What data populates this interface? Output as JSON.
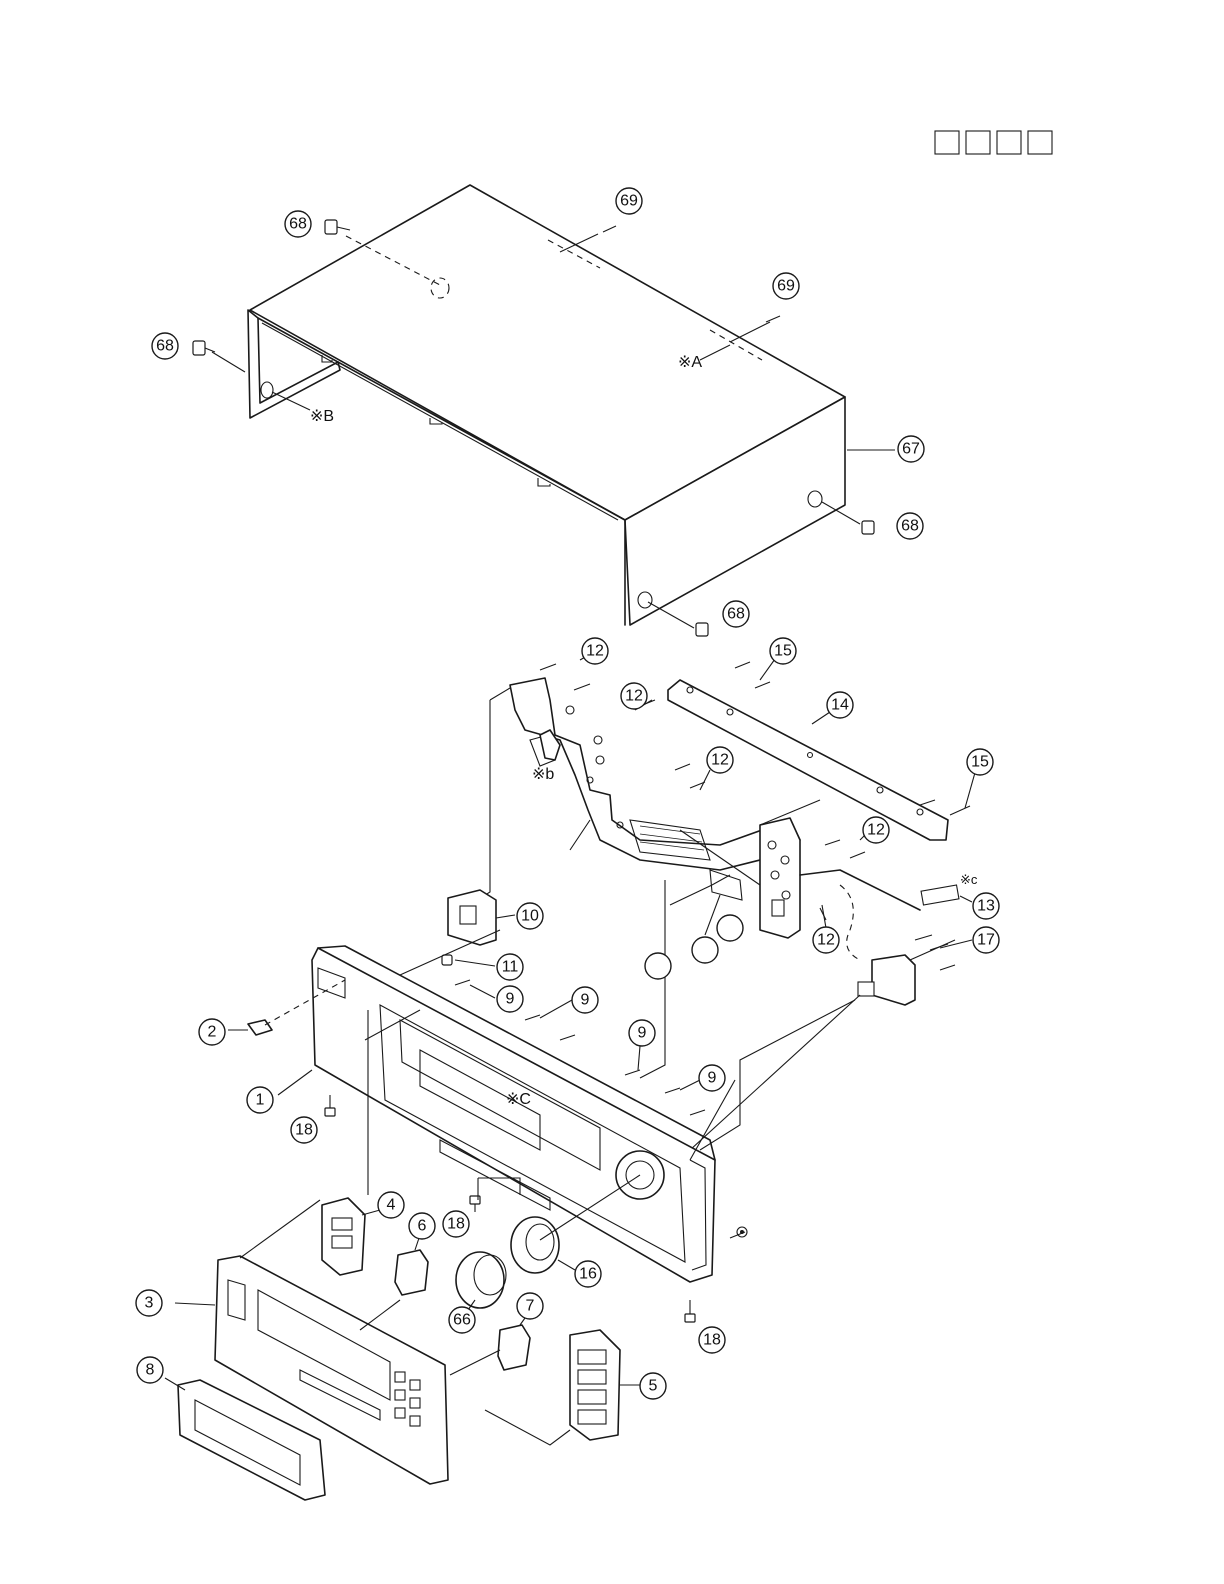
{
  "header": {
    "boxes": [
      "",
      "",
      "",
      ""
    ]
  },
  "callouts": [
    {
      "id": "c68a",
      "label": "68"
    },
    {
      "id": "c69a",
      "label": "69"
    },
    {
      "id": "c69b",
      "label": "69"
    },
    {
      "id": "c68b",
      "label": "68"
    },
    {
      "id": "c67",
      "label": "67"
    },
    {
      "id": "c68c",
      "label": "68"
    },
    {
      "id": "c68d",
      "label": "68"
    },
    {
      "id": "c12a",
      "label": "12"
    },
    {
      "id": "c12b",
      "label": "12"
    },
    {
      "id": "c12c",
      "label": "12"
    },
    {
      "id": "c12d",
      "label": "12"
    },
    {
      "id": "c12e",
      "label": "12"
    },
    {
      "id": "c15a",
      "label": "15"
    },
    {
      "id": "c15b",
      "label": "15"
    },
    {
      "id": "c14",
      "label": "14"
    },
    {
      "id": "c13",
      "label": "13"
    },
    {
      "id": "c17",
      "label": "17"
    },
    {
      "id": "c10",
      "label": "10"
    },
    {
      "id": "c11",
      "label": "11"
    },
    {
      "id": "c9a",
      "label": "9"
    },
    {
      "id": "c9b",
      "label": "9"
    },
    {
      "id": "c9c",
      "label": "9"
    },
    {
      "id": "c9d",
      "label": "9"
    },
    {
      "id": "c2",
      "label": "2"
    },
    {
      "id": "c1",
      "label": "1"
    },
    {
      "id": "c18a",
      "label": "18"
    },
    {
      "id": "c18b",
      "label": "18"
    },
    {
      "id": "c18c",
      "label": "18"
    },
    {
      "id": "c4",
      "label": "4"
    },
    {
      "id": "c6",
      "label": "6"
    },
    {
      "id": "c3",
      "label": "3"
    },
    {
      "id": "c16",
      "label": "16"
    },
    {
      "id": "c66",
      "label": "66"
    },
    {
      "id": "c7",
      "label": "7"
    },
    {
      "id": "c5",
      "label": "5"
    },
    {
      "id": "c8",
      "label": "8"
    },
    {
      "id": "e1",
      "label": ""
    },
    {
      "id": "e2",
      "label": ""
    },
    {
      "id": "e3",
      "label": ""
    }
  ],
  "notes": {
    "A": "※A",
    "B": "※B",
    "b": "※b",
    "c_small": "※c",
    "C": "※C"
  }
}
